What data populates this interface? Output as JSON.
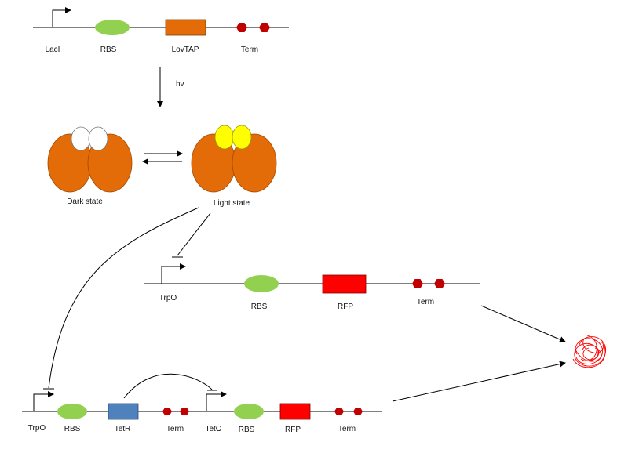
{
  "construct1": {
    "promoter_label": "LacI",
    "rbs_label": "RBS",
    "gene_label": "LovTAP",
    "term_label": "Term"
  },
  "arrow_label": "hv",
  "states": {
    "dark_label": "Dark state",
    "light_label": "Light state"
  },
  "construct2": {
    "promoter_label": "TrpO",
    "rbs_label": "RBS",
    "gene_label": "RFP",
    "term_label": "Term"
  },
  "construct3": {
    "promoter1_label": "TrpO",
    "rbs1_label": "RBS",
    "gene1_label": "TetR",
    "term1_label": "Term",
    "promoter2_label": "TetO",
    "rbs2_label": "RBS",
    "gene2_label": "RFP",
    "term2_label": "Term"
  },
  "colors": {
    "rbs": "#92d050",
    "lovtap": "#e36c09",
    "term": "#c00000",
    "protein": "#e36c09",
    "dark_domain": "#ffffff",
    "light_domain": "#ffff00",
    "rfp": "#ff0000",
    "tetr": "#4f81bd",
    "aggregate": "#ff0000"
  }
}
